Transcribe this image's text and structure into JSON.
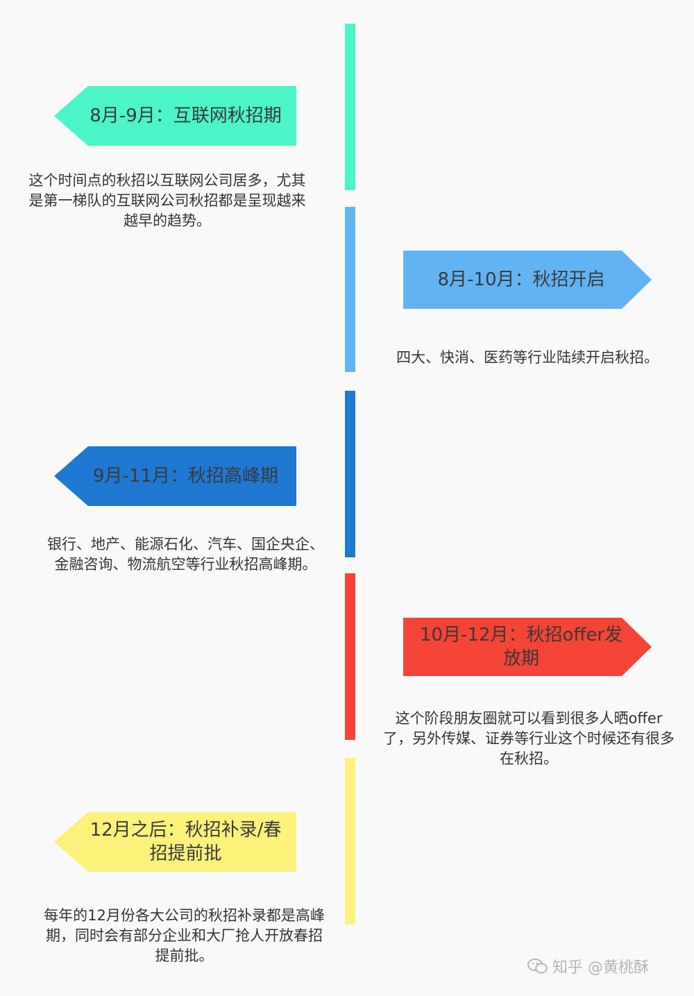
{
  "timeline": [
    {
      "side": "left",
      "title": "8月-9月：互联网秋招期",
      "description": "这个时间点的秋招以互联网公司居多，尤其是第一梯队的互联网公司秋招都是呈现越来越早的趋势。",
      "color": "#4cf5c7"
    },
    {
      "side": "right",
      "title": "8月-10月：秋招开启",
      "description": "四大、快消、医药等行业陆续开启秋招。",
      "color": "#62b3f4"
    },
    {
      "side": "left",
      "title": "9月-11月：秋招高峰期",
      "description": "银行、地产、能源石化、汽车、国企央企、金融咨询、物流航空等行业秋招高峰期。",
      "color": "#1f78d1"
    },
    {
      "side": "right",
      "title": "10月-12月：秋招offer发放期",
      "description": "这个阶段朋友圈就可以看到很多人晒offer了，另外传媒、证券等行业这个时候还有很多在秋招。",
      "color": "#f44337"
    },
    {
      "side": "left",
      "title": "12月之后：秋招补录/春招提前批",
      "description": "每年的12月份各大公司的秋招补录都是高峰期，同时会有部分企业和大厂抢人开放春招提前批。",
      "color": "#fbf17b"
    }
  ],
  "watermark": {
    "text": "知乎 @黄桃酥",
    "icon": "wechat-icon"
  }
}
